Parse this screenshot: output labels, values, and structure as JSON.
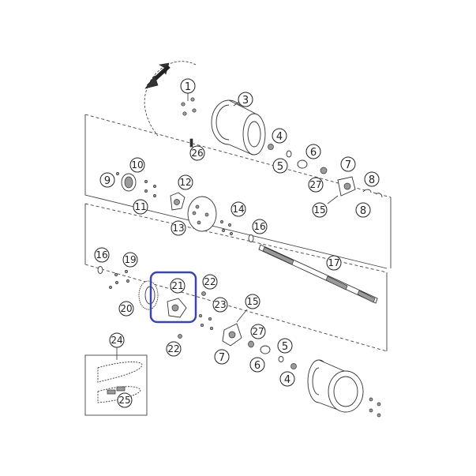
{
  "labels": [
    {
      "id": "l1",
      "text": "1"
    },
    {
      "id": "l3",
      "text": "3"
    },
    {
      "id": "l4a",
      "text": "4"
    },
    {
      "id": "l5a",
      "text": "5"
    },
    {
      "id": "l6a",
      "text": "6"
    },
    {
      "id": "l7a",
      "text": "7"
    },
    {
      "id": "l8a",
      "text": "8"
    },
    {
      "id": "l8b",
      "text": "8"
    },
    {
      "id": "l9",
      "text": "9"
    },
    {
      "id": "l10",
      "text": "10"
    },
    {
      "id": "l11",
      "text": "11"
    },
    {
      "id": "l12",
      "text": "12"
    },
    {
      "id": "l13",
      "text": "13"
    },
    {
      "id": "l14",
      "text": "14"
    },
    {
      "id": "l15a",
      "text": "15"
    },
    {
      "id": "l16a",
      "text": "16"
    },
    {
      "id": "l16b",
      "text": "16"
    },
    {
      "id": "l17",
      "text": "17"
    },
    {
      "id": "l19",
      "text": "19"
    },
    {
      "id": "l20",
      "text": "20"
    },
    {
      "id": "l21",
      "text": "21"
    },
    {
      "id": "l22a",
      "text": "22"
    },
    {
      "id": "l22b",
      "text": "22"
    },
    {
      "id": "l23",
      "text": "23"
    },
    {
      "id": "l15b",
      "text": "15"
    },
    {
      "id": "l24",
      "text": "24"
    },
    {
      "id": "l25",
      "text": "25"
    },
    {
      "id": "l26",
      "text": "26"
    },
    {
      "id": "l27a",
      "text": "27"
    },
    {
      "id": "l27b",
      "text": "27"
    },
    {
      "id": "l7b",
      "text": "7"
    },
    {
      "id": "l6b",
      "text": "6"
    },
    {
      "id": "l5b",
      "text": "5"
    },
    {
      "id": "l4b",
      "text": "4"
    }
  ],
  "highlight_color": "#3a46a8"
}
